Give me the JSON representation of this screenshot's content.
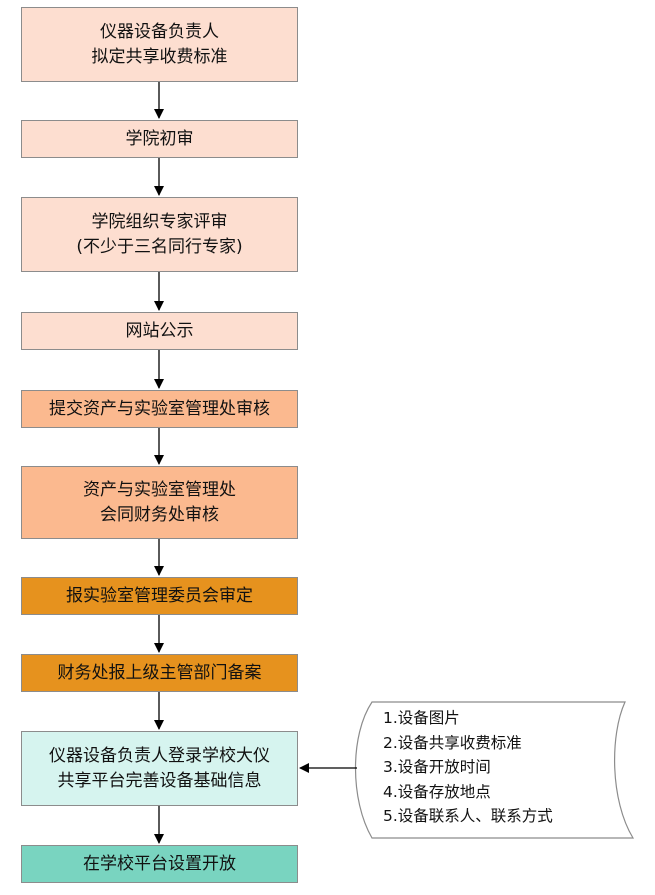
{
  "colors": {
    "light": "#fdded0",
    "medium": "#fbb98f",
    "dark": "#e6921e",
    "mint": "#d6f4ef",
    "teal": "#79d4c0",
    "border": "#8c8c8c",
    "arrow": "#000000"
  },
  "steps": [
    {
      "id": "step1",
      "color": "light",
      "lines": [
        "仪器设备负责人",
        "拟定共享收费标准"
      ]
    },
    {
      "id": "step2",
      "color": "light",
      "lines": [
        "学院初审"
      ]
    },
    {
      "id": "step3",
      "color": "light",
      "lines": [
        "学院组织专家评审",
        "(不少于三名同行专家)"
      ]
    },
    {
      "id": "step4",
      "color": "light",
      "lines": [
        "网站公示"
      ]
    },
    {
      "id": "step5",
      "color": "medium",
      "lines": [
        "提交资产与实验室管理处审核"
      ]
    },
    {
      "id": "step6",
      "color": "medium",
      "lines": [
        "资产与实验室管理处",
        "会同财务处审核"
      ]
    },
    {
      "id": "step7",
      "color": "dark",
      "lines": [
        "报实验室管理委员会审定"
      ]
    },
    {
      "id": "step8",
      "color": "dark",
      "lines": [
        "财务处报上级主管部门备案"
      ]
    },
    {
      "id": "step9",
      "color": "mint",
      "lines": [
        "仪器设备负责人登录学校大仪",
        "共享平台完善设备基础信息"
      ]
    },
    {
      "id": "step10",
      "color": "teal",
      "lines": [
        "在学校平台设置开放"
      ]
    }
  ],
  "note": {
    "lines": [
      "1.设备图片",
      "2.设备共享收费标准",
      "3.设备开放时间",
      "4.设备存放地点",
      "5.设备联系人、联系方式"
    ]
  }
}
